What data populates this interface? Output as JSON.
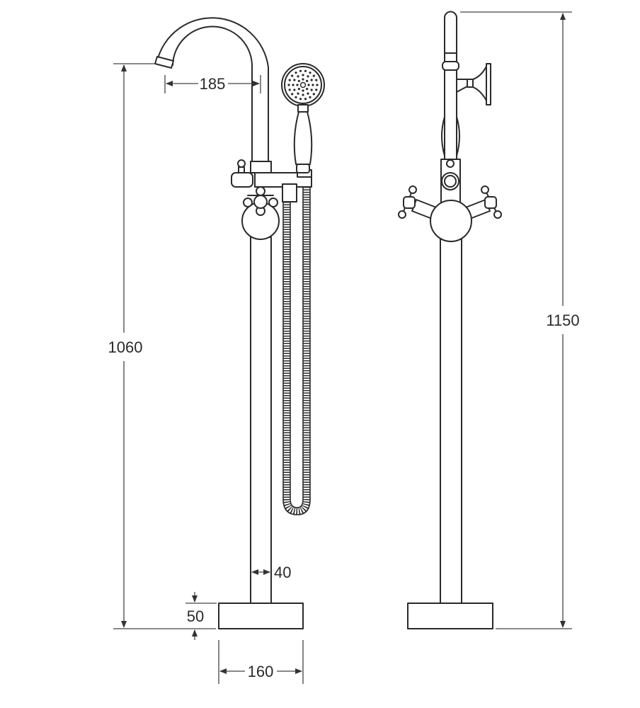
{
  "title": "Freestanding bath mixer with hand shower - dimension drawing",
  "dimensions": {
    "spout_reach": "185",
    "spout_height": "1060",
    "pipe_diameter": "40",
    "base_height": "50",
    "base_width": "160",
    "total_height": "1150"
  },
  "units": "mm",
  "colors": {
    "line": "#2a2a2a",
    "background": "#ffffff"
  }
}
